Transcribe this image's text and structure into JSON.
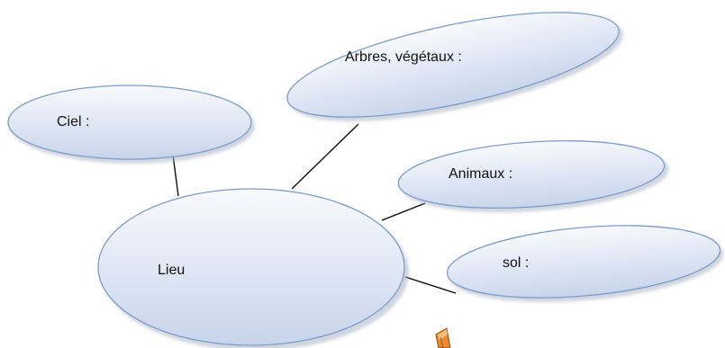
{
  "diagram": {
    "center": {
      "label": "Lieu"
    },
    "nodes": [
      {
        "id": "ciel",
        "label": "Ciel  :"
      },
      {
        "id": "arbres",
        "label": "Arbres, végétaux  :"
      },
      {
        "id": "animaux",
        "label": "Animaux :"
      },
      {
        "id": "sol",
        "label": "sol :"
      }
    ],
    "colors": {
      "fill_top": "#f7f9fd",
      "fill_bottom": "#c7d4ea",
      "stroke": "#7f9bc8",
      "shadow": "#aab6c8",
      "connector": "#000000",
      "pencil": "#e98a2f"
    }
  }
}
